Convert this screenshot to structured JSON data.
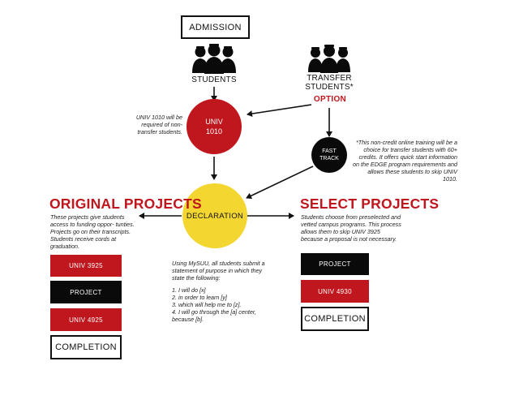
{
  "top": {
    "admission": "ADMISSION"
  },
  "students": {
    "label": "STUDENTS"
  },
  "transfer": {
    "label_line1": "TRANSFER",
    "label_line2": "STUDENTS*",
    "option": "OPTION"
  },
  "univ1010": {
    "line1": "UNIV",
    "line2": "1010",
    "note": "UNIV 1010 will be required of non-transfer students."
  },
  "fast_track": {
    "line1": "FAST",
    "line2": "TRACK",
    "note": "*This non-credit online training will be a choice for transfer students with 60+ credits. It offers quick start information on the EDGE program requirements and allows these students to skip UNIV 1010."
  },
  "declaration": {
    "label": "DECLARATION",
    "note_intro": "Using MySUU, all students submit a statement of purpose in which they state the following:",
    "steps": [
      "1. I will do [x]",
      "2. in order to learn [y]",
      "3. which will help me to [z].",
      "4. I will go through the [a] center, because [b]."
    ]
  },
  "original": {
    "heading": "ORIGINAL PROJECTS",
    "description": "These projects give students access to funding oppor- tunties. Projects go on their transcripts. Students receive cords at graduation.",
    "steps": [
      "UNIV 3925",
      "PROJECT",
      "UNIV 4925"
    ],
    "completion": "COMPLETION"
  },
  "select": {
    "heading": "SELECT PROJECTS",
    "description": "Students choose from preselected and vetted campus programs. This process allows them to skip UNIV 3925 because a proposal is not necessary.",
    "steps": [
      "PROJECT",
      "UNIV 4930"
    ],
    "completion": "COMPLETION"
  },
  "colors": {
    "red": "#c0161d",
    "yellow": "#f3d630",
    "black": "#0a0a0a"
  }
}
